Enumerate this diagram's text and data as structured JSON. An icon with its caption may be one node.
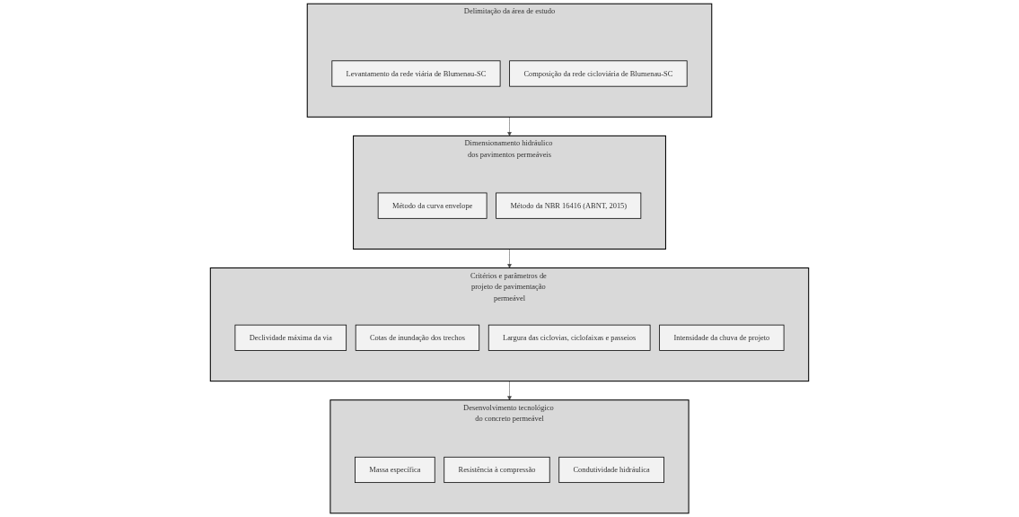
{
  "diagram": {
    "nodes": [
      {
        "text": [
          "Delimitação da área de estudo"
        ]
      },
      {
        "text": [
          "Levantamento da rede viária de Blumenau-SC"
        ],
        "in": 0
      },
      {
        "text": [
          "Composição da rede cicloviária de Blumenau-SC"
        ],
        "in": 0
      },
      {
        "text": [
          "Dimensionamento hidráulico dos pavimentos permeáveis"
        ]
      },
      {
        "text": [
          "Método da curva envelope"
        ],
        "in": 3
      },
      {
        "text": [
          "Método da NBR 16416 (ABNT, 2015)"
        ],
        "in": 3
      },
      {
        "text": [
          "Critérios e parâmetros de projeto de pavimentação permeável"
        ]
      },
      {
        "text": [
          "Declividade máxima da via"
        ],
        "in": 6
      },
      {
        "text": [
          "Cotas de inundação dos trechos"
        ],
        "in": 6
      },
      {
        "text": [
          "Largura das ciclovias, ciclofaixas e passeios"
        ],
        "in": 6
      },
      {
        "text": [
          "Intensidade da chuva de projeto"
        ],
        "in": 6
      },
      {
        "text": [
          "Desenvolvimento tecnológico do concreto permeável"
        ]
      },
      {
        "text": [
          "Massa específica"
        ],
        "in": 11
      },
      {
        "text": [
          "Resistência à compressão"
        ],
        "in": 11
      },
      {
        "text": [
          "Condutividade hidráulica"
        ],
        "in": 11
      }
    ],
    "edges": [
      {
        "from": 0,
        "to": 3,
        "arrow": "to"
      },
      {
        "from": 3,
        "to": 6,
        "arrow": "to"
      },
      {
        "from": 6,
        "to": 11,
        "arrow": "to"
      }
    ]
  }
}
